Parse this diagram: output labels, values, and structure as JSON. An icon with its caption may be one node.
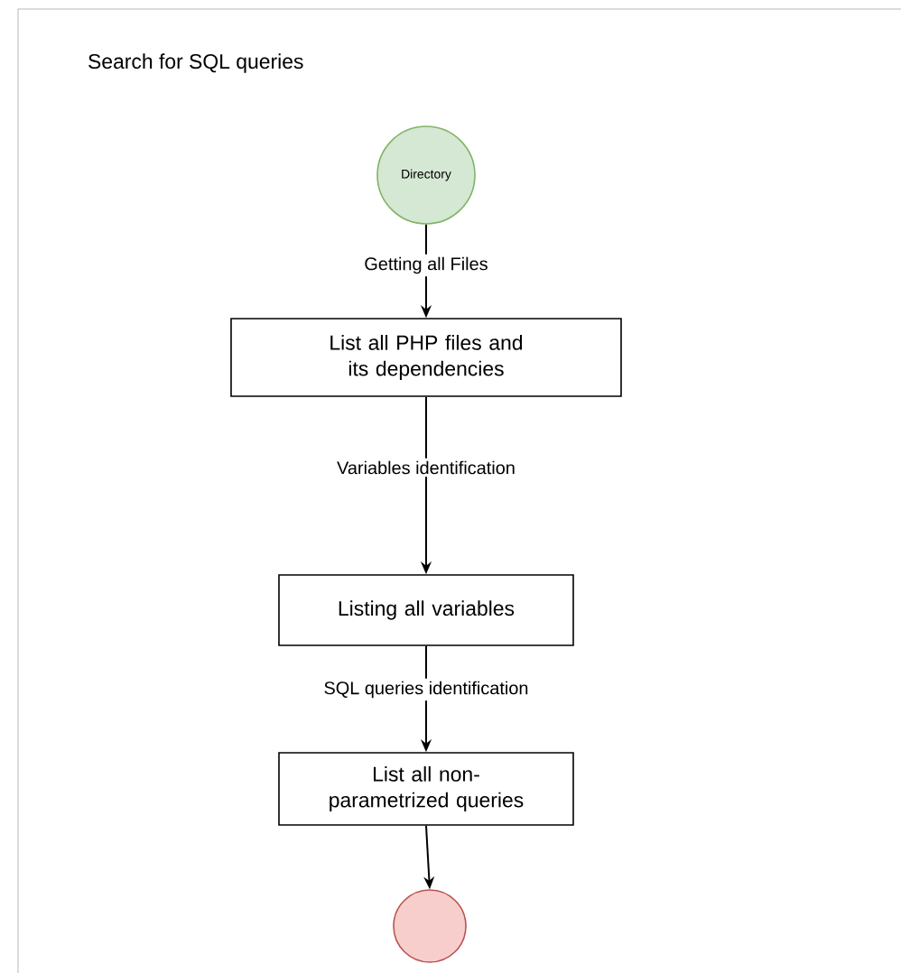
{
  "diagram": {
    "title": "Search for SQL queries",
    "nodes": [
      {
        "text": [
          "Directory"
        ]
      },
      {
        "text": [
          "List all PHP files and its dependencies"
        ]
      },
      {
        "text": [
          "Listing all variables"
        ]
      },
      {
        "text": [
          "List all non-parametrized queries"
        ]
      },
      {
        "text": [],
        "shape": "circle"
      }
    ],
    "edges": [
      {
        "from": 0,
        "to": 1,
        "arrow": "to",
        "label": "Getting all Files"
      },
      {
        "from": 1,
        "to": 2,
        "arrow": "to",
        "label": "Variables identification"
      },
      {
        "from": 2,
        "to": 3,
        "arrow": "to",
        "label": "SQL queries identification"
      },
      {
        "from": 3,
        "to": 4,
        "arrow": "to"
      }
    ]
  }
}
